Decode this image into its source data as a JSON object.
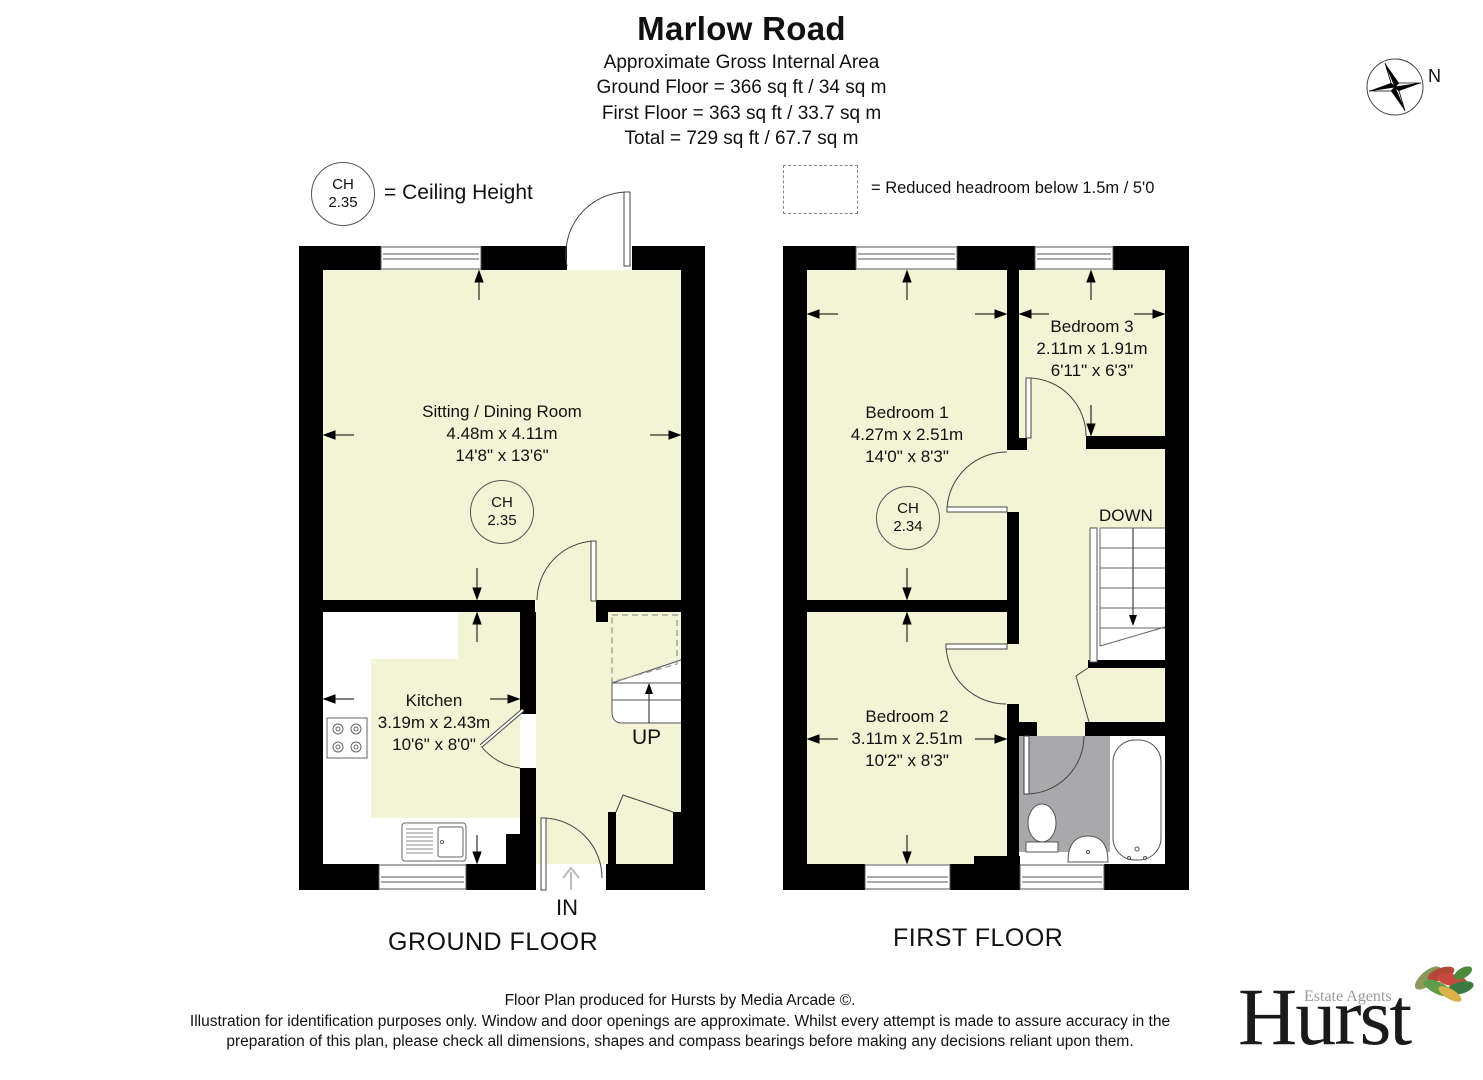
{
  "header": {
    "title": "Marlow Road",
    "subtitle": "Approximate Gross Internal Area",
    "ground_floor_area": "Ground Floor = 366 sq ft / 34 sq m",
    "first_floor_area": "First Floor = 363 sq ft / 33.7 sq m",
    "total_area": "Total = 729 sq ft / 67.7 sq m"
  },
  "compass": {
    "icon": "compass-rose-icon",
    "label": "N"
  },
  "legend": {
    "ceiling_height": {
      "ch_label": "CH",
      "ch_value": "2.35",
      "text": "= Ceiling Height"
    },
    "reduced_headroom": {
      "text": "= Reduced headroom below 1.5m / 5'0"
    }
  },
  "ground_floor": {
    "label": "GROUND FLOOR",
    "entrance_label": "IN",
    "stairs_label": "UP",
    "rooms": [
      {
        "name": "Sitting / Dining Room",
        "metric": "4.48m x 4.11m",
        "imperial": "14'8\" x 13'6\"",
        "ceiling": {
          "ch_label": "CH",
          "ch_value": "2.35"
        }
      },
      {
        "name": "Kitchen",
        "metric": "3.19m x 2.43m",
        "imperial": "10'6\" x 8'0\""
      }
    ]
  },
  "first_floor": {
    "label": "FIRST FLOOR",
    "stairs_label": "DOWN",
    "rooms": [
      {
        "name": "Bedroom 1",
        "metric": "4.27m x 2.51m",
        "imperial": "14'0\" x 8'3\"",
        "ceiling": {
          "ch_label": "CH",
          "ch_value": "2.34"
        }
      },
      {
        "name": "Bedroom 2",
        "metric": "3.11m x 2.51m",
        "imperial": "10'2\" x 8'3\""
      },
      {
        "name": "Bedroom 3",
        "metric": "2.11m x 1.91m",
        "imperial": "6'11\" x 6'3\""
      }
    ]
  },
  "footer": {
    "credit": "Floor Plan produced for Hursts by Media Arcade ©.",
    "disclaimer_1": "Illustration for identification purposes only. Window and door openings are approximate. Whilst every attempt is made to assure accuracy in the",
    "disclaimer_2": "preparation of this plan, please check all dimensions, shapes and compass bearings before making any decisions reliant upon them."
  },
  "brand": {
    "tagline": "Estate Agents",
    "name": "Hurst"
  },
  "colors": {
    "room_fill": "#F3F3D6",
    "wall": "#000000",
    "bathroom_fill": "#A9A9AC",
    "tagline": "#9a9a9a"
  }
}
